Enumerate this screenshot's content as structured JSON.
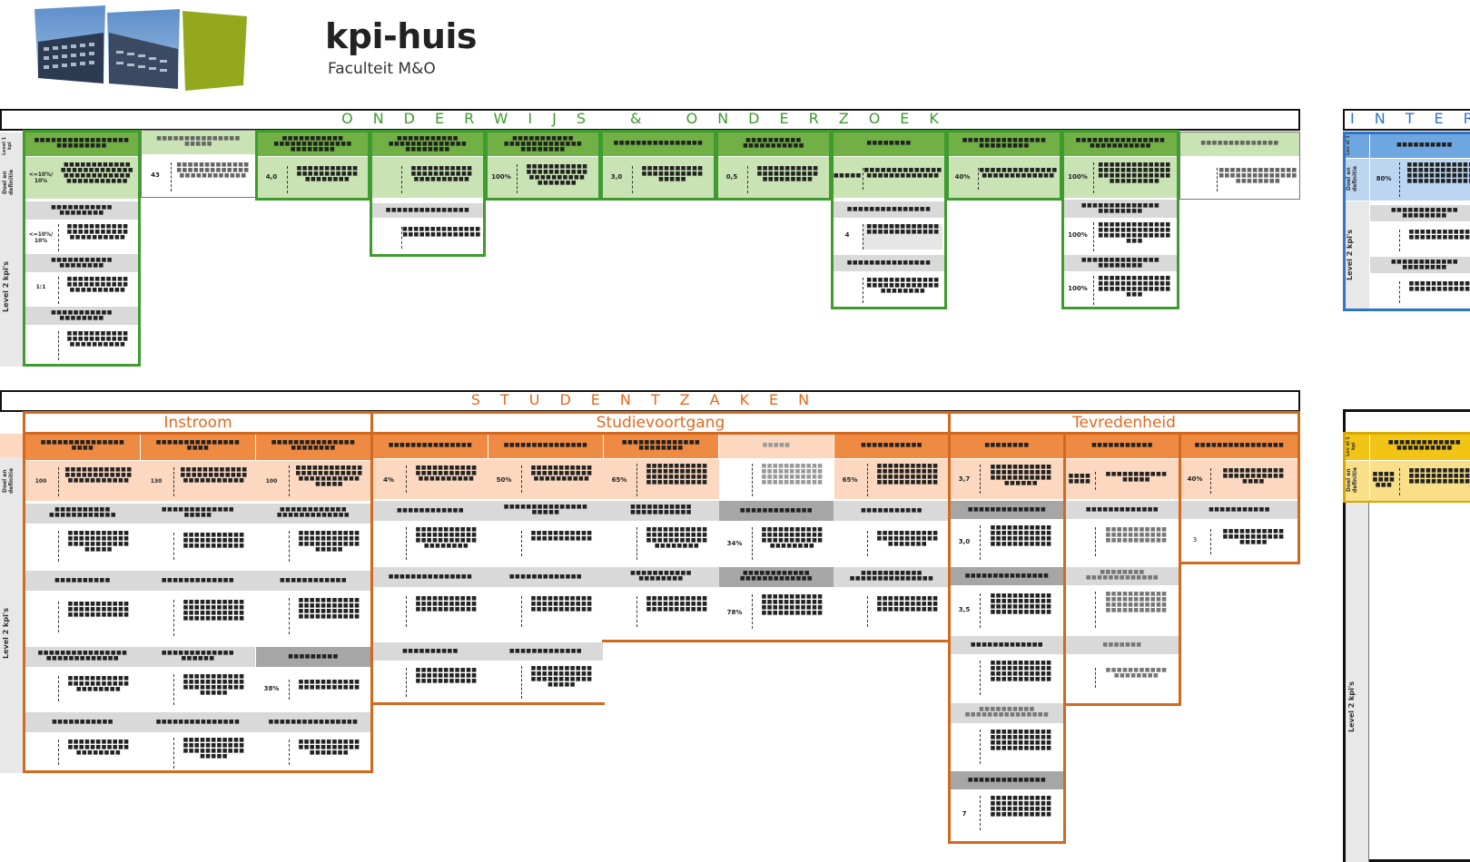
{
  "header": {
    "title": "kpi-huis",
    "subtitle": "Faculteit M&O"
  },
  "sections": {
    "onderwijs": "ONDERWIJS & ONDERZOEK",
    "intern": "INTERN",
    "studentzaken": "STUDENTZAKEN"
  },
  "subsections": {
    "instroom": "Instroom",
    "studievoortgang": "Studievoortgang",
    "tevredenheid": "Tevredenheid"
  },
  "side_labels": {
    "doel": "Doel en definitie",
    "level1": "Level 1 kpi",
    "level2": "Level 2 kpi's"
  },
  "values": {
    "o_v1": "<=10%/ 10%",
    "o_v2": "43",
    "o_v3": "4,0",
    "o_v4": "",
    "o_v5": "100%",
    "o_v6": "3,0",
    "o_v7": "0,5",
    "o_v9": "40%",
    "o_v10": "100%",
    "o_l2_v1": "<=10%/ 10%",
    "o_l2_v2": "1:1",
    "o_l2_v3": "4",
    "o_l2_v4": "100%",
    "o_l2_v5": "100%",
    "s_v1": "100",
    "s_v2": "130",
    "s_v3": "100",
    "s_v4": "4%",
    "s_v5": "50%",
    "s_v6": "65%",
    "s_v7": "65%",
    "s_v8": "3,7",
    "s_v9": "40%",
    "s_l2_a": "34%",
    "s_l2_b": "3,0",
    "s_l2_c": "3",
    "s_l2_d": "78%",
    "s_l2_e": "3,5",
    "s_l2_f": "38%",
    "s_l2_g": "7",
    "i_v1": "80%"
  }
}
